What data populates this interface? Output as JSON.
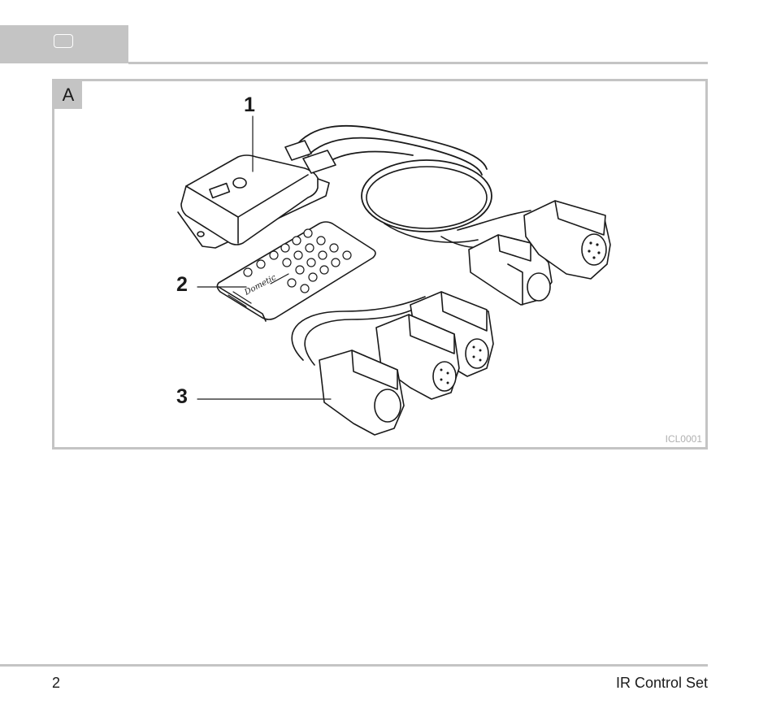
{
  "header": {
    "icon": "rounded-rectangle-icon"
  },
  "figure": {
    "letter": "A",
    "code": "ICL0001",
    "callouts": [
      "1",
      "2",
      "3"
    ],
    "remote_brand": "Dometic"
  },
  "footer": {
    "page_number": "2",
    "title": "IR Control Set"
  }
}
